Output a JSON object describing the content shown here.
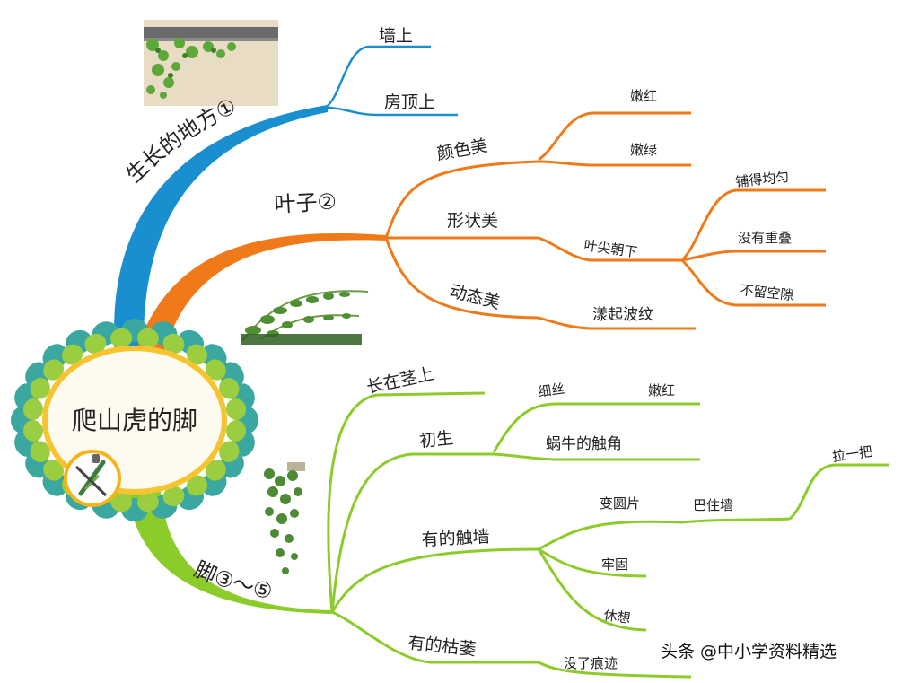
{
  "center": {
    "label": "爬山虎的脚"
  },
  "branches": {
    "place": {
      "label": "生长的地方①",
      "color": "#1a8fd0",
      "children": [
        "墙上",
        "房顶上"
      ]
    },
    "leaves": {
      "label": "叶子②",
      "color": "#f07a19",
      "color_beauty": {
        "label": "颜色美",
        "children": [
          "嫩红",
          "嫩绿"
        ]
      },
      "shape_beauty": {
        "label": "形状美",
        "tip": "叶尖朝下",
        "children": [
          "铺得均匀",
          "没有重叠",
          "不留空隙"
        ]
      },
      "motion_beauty": {
        "label": "动态美",
        "child": "漾起波纹"
      }
    },
    "feet": {
      "label": "脚③～⑤",
      "color": "#8ccc2a",
      "on_stem": "长在茎上",
      "newborn": {
        "label": "初生",
        "thread": "细丝",
        "thread_color": "嫩红",
        "antenna": "蜗牛的触角"
      },
      "touch_wall": {
        "label": "有的触墙",
        "round": "变圆片",
        "grab": "巴住墙",
        "pull": "拉一把",
        "firm": "牢固",
        "shake": "休想"
      },
      "withered": {
        "label": "有的枯萎",
        "child": "没了痕迹"
      }
    }
  },
  "watermark": "头条 @中小学资料精选"
}
